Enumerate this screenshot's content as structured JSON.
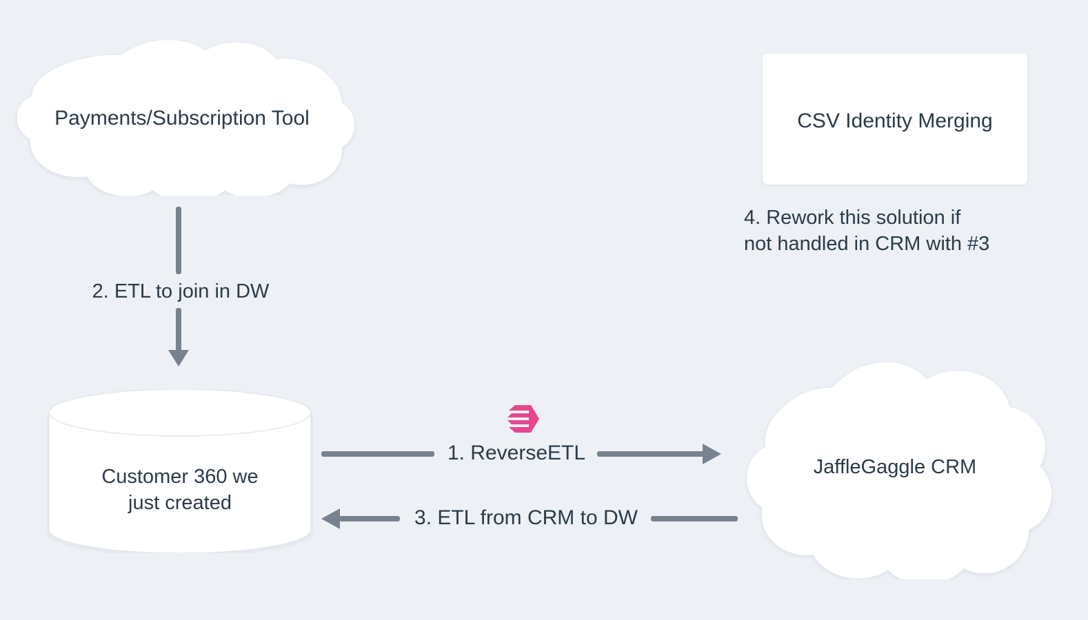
{
  "diagram": {
    "title": "Customer 360 / Reverse ETL data flow",
    "background_color": "#edf1f5",
    "text_color": "#2b3a4a",
    "arrow_color": "#78828f",
    "node_fill": "#ffffff",
    "accent_color": "#e8468f"
  },
  "nodes": {
    "payments_cloud": {
      "label": "Payments/Subscription Tool",
      "shape": "cloud"
    },
    "csv_box": {
      "label": "CSV Identity Merging",
      "shape": "rectangle"
    },
    "customer360_db": {
      "label": "Customer 360 we\njust created",
      "shape": "cylinder"
    },
    "crm_cloud": {
      "label": "JaffleGaggle CRM",
      "shape": "cloud"
    }
  },
  "notes": {
    "rework": "4. Rework this solution if\nnot handled in CRM with #3"
  },
  "edges": [
    {
      "id": "reverse-etl",
      "label": "1. ReverseETL",
      "from": "customer360_db",
      "to": "crm_cloud",
      "direction": "right"
    },
    {
      "id": "etl-join",
      "label": "2. ETL to join in DW",
      "from": "payments_cloud",
      "to": "customer360_db",
      "direction": "down"
    },
    {
      "id": "etl-from-crm",
      "label": "3. ETL from CRM to DW",
      "from": "crm_cloud",
      "to": "customer360_db",
      "direction": "left"
    }
  ],
  "icons": {
    "hightouch_logo": "hightouch-logo-icon"
  }
}
